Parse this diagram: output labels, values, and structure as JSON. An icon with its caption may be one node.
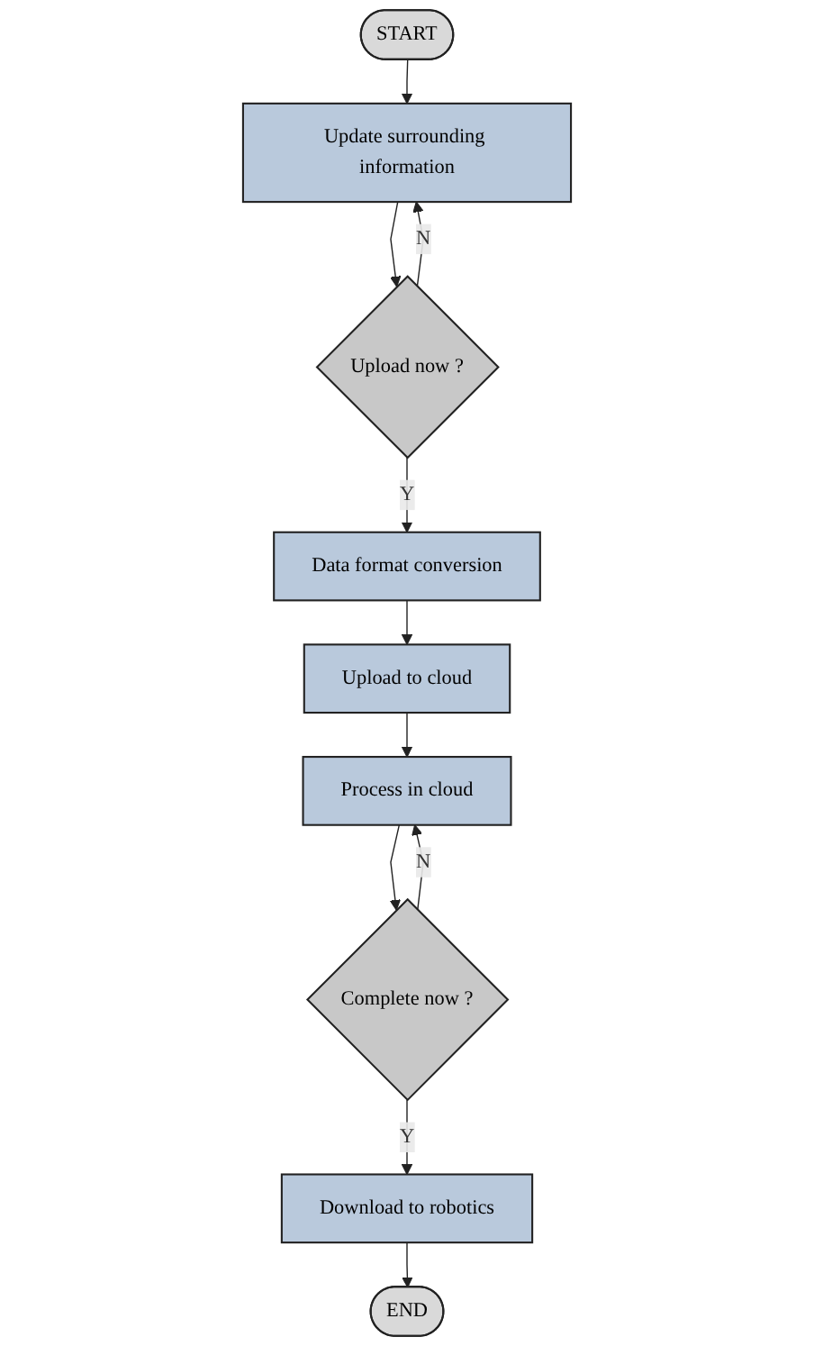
{
  "diagram": {
    "nodes": [
      {
        "text": [
          "START"
        ]
      },
      {
        "text": [
          "Update surrounding information"
        ]
      },
      {
        "text": [
          "Upload now ?"
        ]
      },
      {
        "text": [
          "Data format conversion"
        ]
      },
      {
        "text": [
          "Upload to cloud"
        ]
      },
      {
        "text": [
          "Process in cloud"
        ]
      },
      {
        "text": [
          "Complete now ?"
        ]
      },
      {
        "text": [
          "Download to robotics"
        ]
      },
      {
        "text": [
          "END"
        ]
      }
    ],
    "edges": [
      {
        "from": 0,
        "to": 1,
        "arrow": "to"
      },
      {
        "from": 1,
        "to": 2,
        "arrow": "to"
      },
      {
        "from": 2,
        "to": 3,
        "label": "Y",
        "arrow": "to"
      },
      {
        "from": 3,
        "to": 4,
        "arrow": "to"
      },
      {
        "from": 4,
        "to": 5,
        "arrow": "to"
      },
      {
        "from": 5,
        "to": 6,
        "arrow": "to"
      },
      {
        "from": 6,
        "to": 7,
        "label": "Y",
        "arrow": "to"
      },
      {
        "from": 7,
        "to": 8,
        "arrow": "to"
      },
      {
        "from": 2,
        "to": 1,
        "label": "N",
        "arrow": "to"
      },
      {
        "from": 6,
        "to": 5,
        "label": "N",
        "arrow": "to"
      }
    ]
  }
}
